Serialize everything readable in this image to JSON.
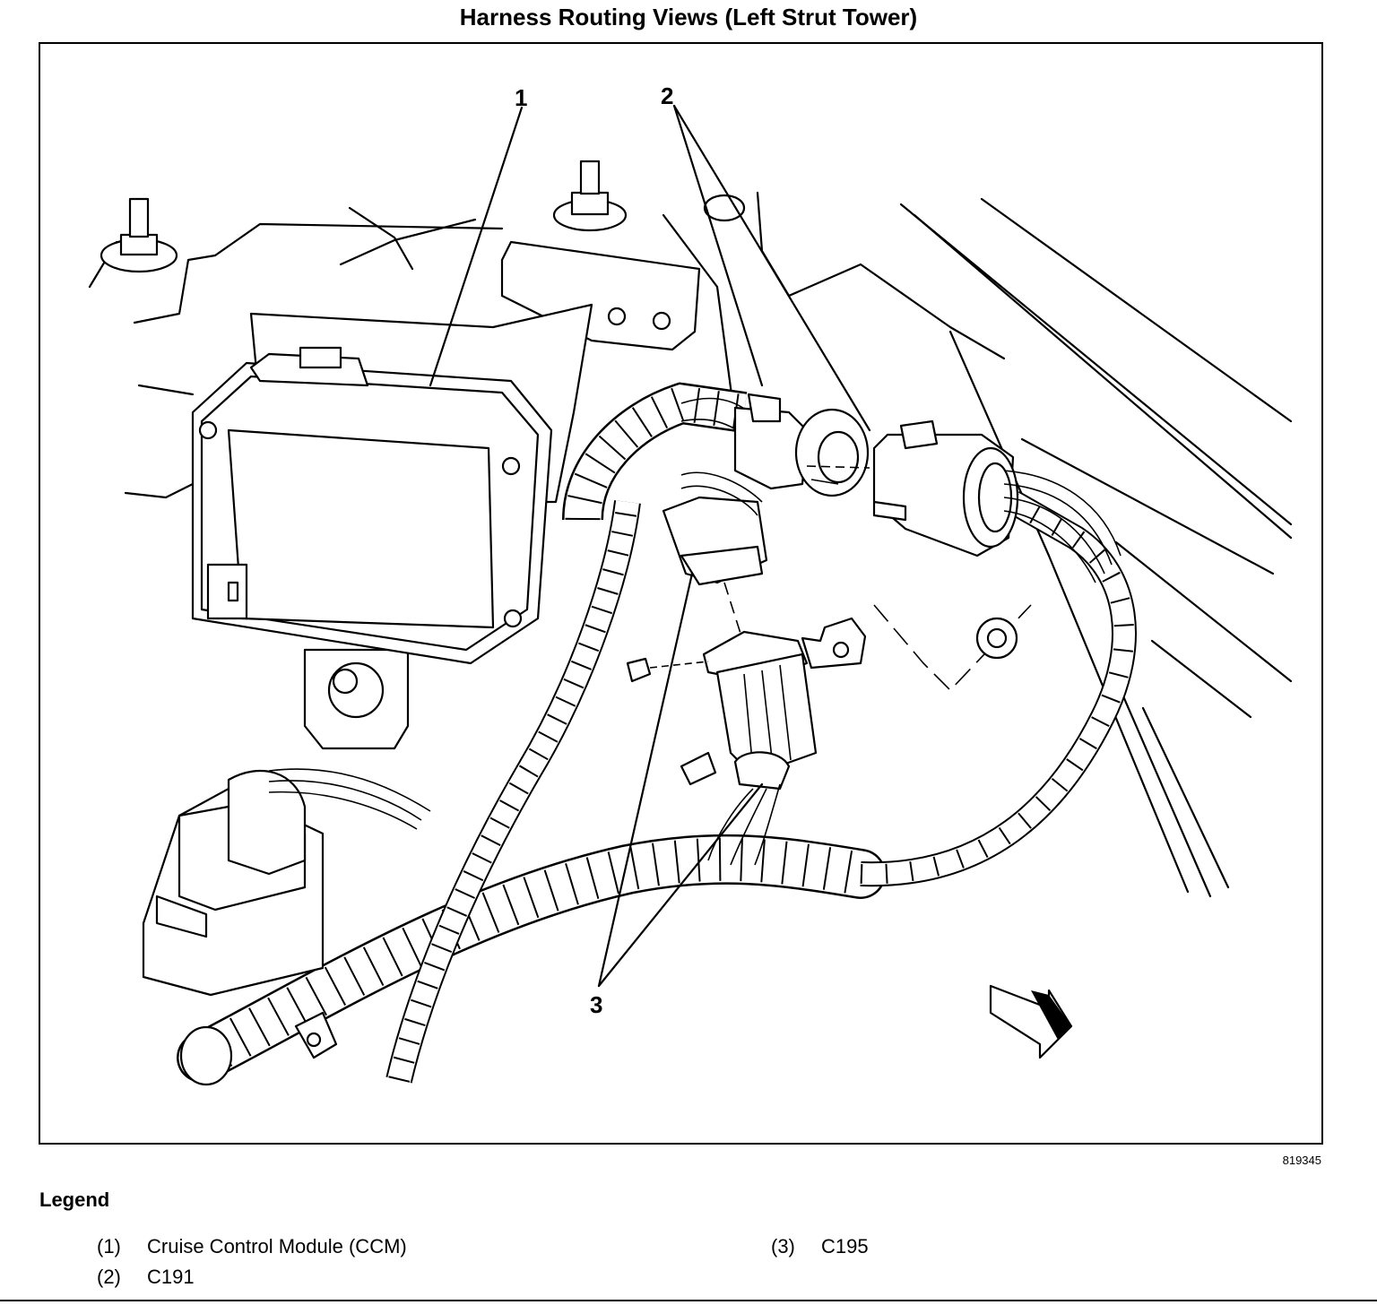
{
  "title": "Harness Routing Views (Left Strut Tower)",
  "figure_id": "819345",
  "callouts": [
    "1",
    "2",
    "3"
  ],
  "legend": {
    "heading": "Legend",
    "items": [
      {
        "num": "(1)",
        "label": "Cruise Control Module (CCM)"
      },
      {
        "num": "(2)",
        "label": "C191"
      },
      {
        "num": "(3)",
        "label": "C195"
      }
    ]
  }
}
